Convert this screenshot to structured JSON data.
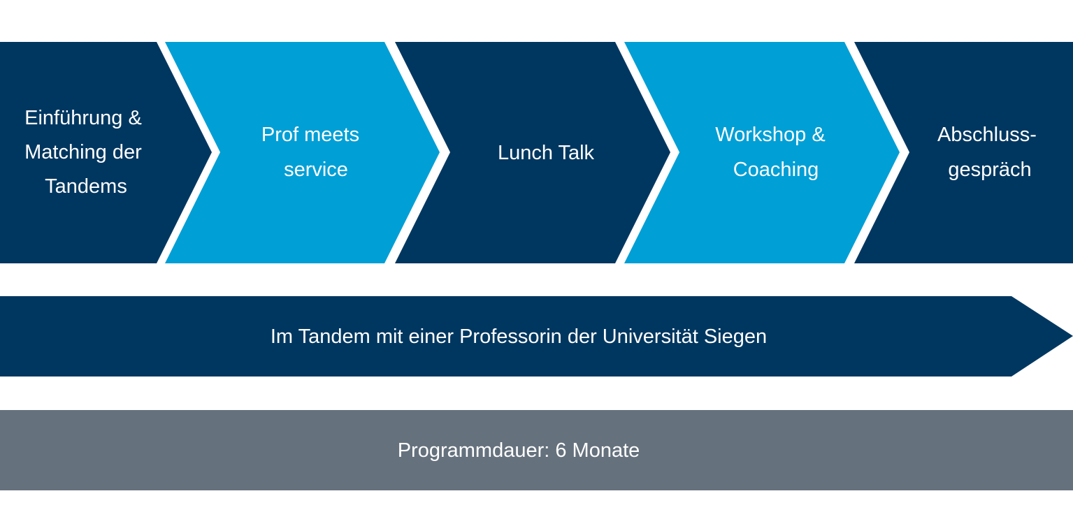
{
  "colors": {
    "dark_blue": "#003760",
    "light_blue": "#009fd6",
    "gray": "#65717d",
    "text": "#ffffff",
    "background": "#ffffff"
  },
  "process_steps": [
    {
      "lines": [
        "Einführung &",
        "Matching der",
        "Tandems"
      ],
      "color": "dark_blue"
    },
    {
      "lines": [
        "Prof meets",
        "service"
      ],
      "color": "light_blue"
    },
    {
      "lines": [
        "Lunch Talk"
      ],
      "color": "dark_blue"
    },
    {
      "lines": [
        "Workshop &",
        "Coaching"
      ],
      "color": "light_blue"
    },
    {
      "lines": [
        "Abschluss-",
        "gespräch"
      ],
      "color": "dark_blue"
    }
  ],
  "tandem_arrow": {
    "label": "Im Tandem mit einer Professorin der Universität Siegen"
  },
  "duration_bar": {
    "label": "Programmdauer: 6 Monate"
  }
}
